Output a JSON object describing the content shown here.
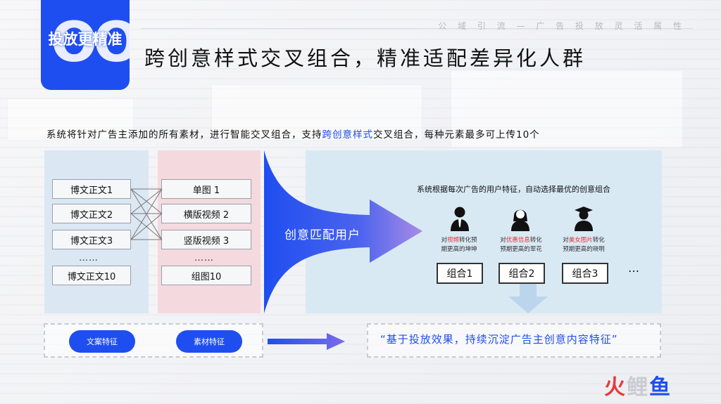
{
  "badge": {
    "big": "OO",
    "text": "投放更精准"
  },
  "header": {
    "subtitle": "公 域 引 流 — 广 告 投 放 灵 活 属 性",
    "title": "跨创意样式交叉组合，精准适配差异化人群"
  },
  "description": {
    "before": "系统将针对广告主添加的所有素材，进行智能交叉组合，支持",
    "highlight": "跨创意样式",
    "after": "交叉组合，每种元素最多可上传10个"
  },
  "column_a": {
    "items": [
      "博文正文1",
      "博文正文2",
      "博文正文3",
      "博文正文10"
    ],
    "dots": "……"
  },
  "column_b": {
    "items": [
      "单图 1",
      "横版视频 2",
      "竖版视频 3",
      "组图10"
    ],
    "dots": "……"
  },
  "arrow_label": "创意匹配用户",
  "right_panel": {
    "heading": "系统根据每次广告的用户特征，自动选择最优的创意组合",
    "users": [
      {
        "icon": "man-suit-icon",
        "pre": "对",
        "red": "视频",
        "post": "转化预",
        "line2": "期更高的坤坤"
      },
      {
        "icon": "woman-icon",
        "pre": "对",
        "red": "优惠信息",
        "post": "转化",
        "line2": "预期更高的翠花"
      },
      {
        "icon": "graduate-icon",
        "pre": "对",
        "red": "美女图片",
        "post": "转化",
        "line2": "预期更高的晓明"
      }
    ],
    "combos": [
      "组合1",
      "组合2",
      "组合3"
    ],
    "more": "…"
  },
  "bottom": {
    "pill_a": "文案特征",
    "pill_b": "素材特征",
    "quote": "“基于投放效果，持续沉淀广告主创意内容特征”"
  },
  "logo": {
    "part1": "火",
    "part2": "鲤",
    "part3": "鱼"
  },
  "colors": {
    "accent": "#1f4ef0",
    "red": "#e03030",
    "panel_blue": "#d9e9f4",
    "panel_pink": "#f4d9df"
  }
}
